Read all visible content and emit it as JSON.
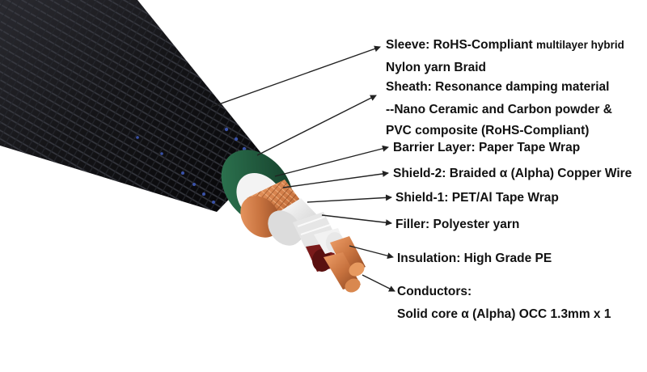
{
  "colors": {
    "jacket": "#141417",
    "braid_accent": "#3a52a8",
    "sheath": "#1f5c3e",
    "copper": "#c8733f",
    "insulation_red": "#7a1a1a",
    "filler": "#e6e6e6",
    "arrow": "#222222",
    "text": "#111111"
  },
  "icons": [
    "arrowhead-icon"
  ],
  "labels": {
    "sleeve_a": "Sleeve: RoHS-Compliant",
    "sleeve_b": "multilayer hybrid",
    "sleeve_c": "Nylon yarn Braid",
    "sheath_a": "Sheath: Resonance damping material",
    "sheath_b": "--Nano Ceramic and Carbon powder &",
    "sheath_c": "PVC composite (RoHS-Compliant)",
    "barrier": "Barrier Layer: Paper Tape Wrap",
    "shield2": "Shield-2: Braided α (Alpha) Copper Wire",
    "shield1": "Shield-1: PET/Al Tape Wrap",
    "filler": "Filler: Polyester yarn",
    "insulation": "Insulation: High Grade PE",
    "conductors_a": "Conductors:",
    "conductors_b": "Solid core α (Alpha) OCC 1.3mm x 1"
  }
}
